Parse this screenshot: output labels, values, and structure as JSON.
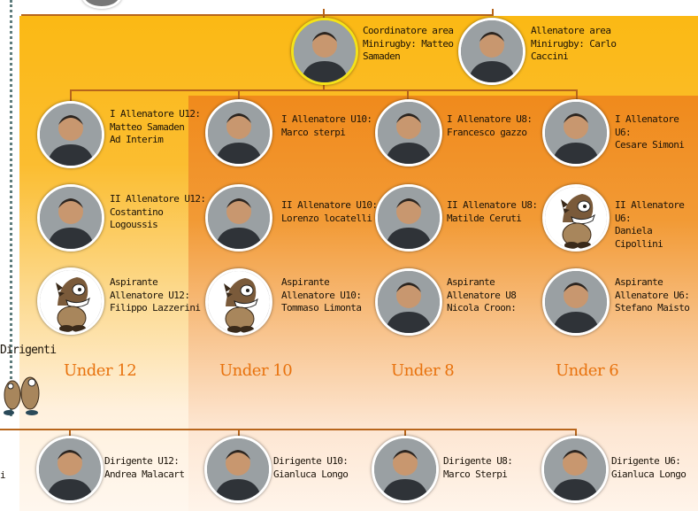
{
  "header": {
    "coordinator": "Coordinatore area\nMinirugby: Matteo\nSamaden",
    "coach": "Allenatore area\nMinirugby: Carlo\nCaccini"
  },
  "u12": {
    "first": "I Allenatore U12:\nMatteo Samaden\nAd Interim",
    "second": "II Allenatore U12:\nCostantino\nLogoussis",
    "aspiring": "Aspirante\nAllenatore U12:\nFilippo Lazzerini",
    "title": "Under 12"
  },
  "u10": {
    "first": "I Allenatore U10:\nMarco sterpi",
    "second": "II Allenatore U10:\nLorenzo locatelli",
    "aspiring": "Aspirante\nAllenatore U10:\nTommaso Limonta",
    "title": "Under 10"
  },
  "u8": {
    "first": "I Allenatore U8:\nFrancesco gazzo",
    "second": "II Allenatore U8:\nMatilde Ceruti",
    "aspiring": "Aspirante\nAllenatore U8\nNicola Croon:",
    "title": "Under 8"
  },
  "u6": {
    "first": "I Allenatore U6:\nCesare Simoni",
    "second": "II Allenatore U6:\nDaniela Cipollini",
    "aspiring": "Aspirante\nAllenatore U6:\nStefano Maisto",
    "title": "Under 6"
  },
  "dirigenti": {
    "title": "Dirigenti",
    "cut_text": "i",
    "u12": "Dirigente U12:\nAndrea Malacart",
    "u10": "Dirigente U10:\nGianluca Longo",
    "u8": "Dirigente U8:\nMarco Sterpi",
    "u6": "Dirigente U6:\nGianluca Longo"
  },
  "colors": {
    "yellow_bg": "#fbb914",
    "orange_bg": "#f08a1c",
    "connector": "#b7651b",
    "group_title": "#e8720d",
    "highlight_ring": "#f4e219"
  }
}
